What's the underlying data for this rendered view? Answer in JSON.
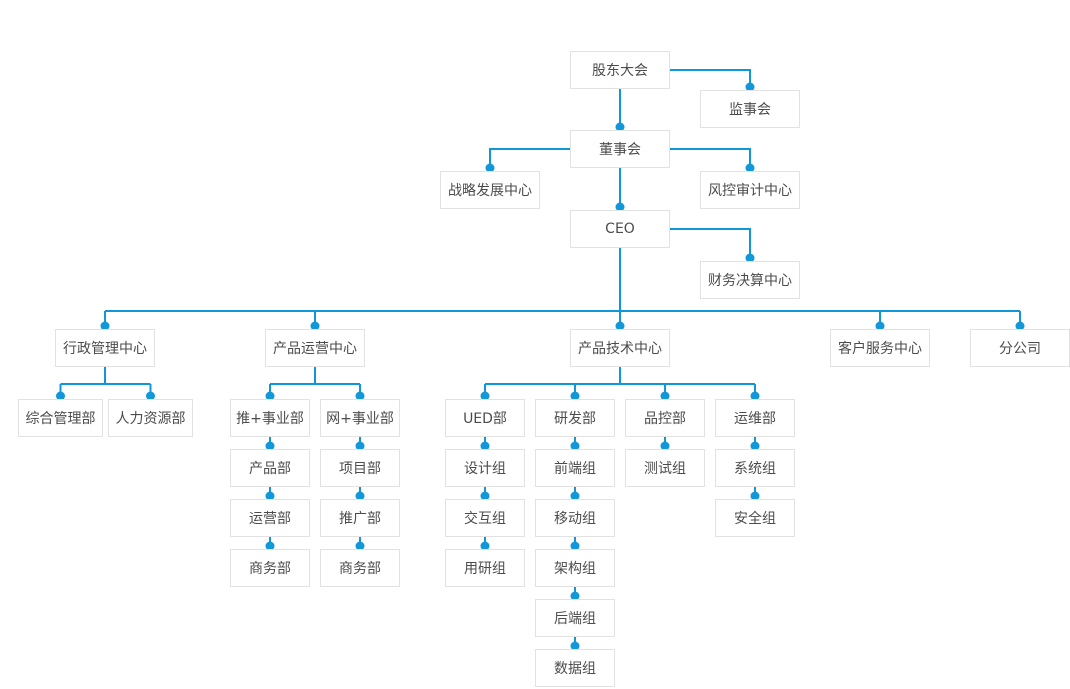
{
  "diagram": {
    "type": "org-chart",
    "colors": {
      "line": "#0f97d7",
      "dot": "#1297d8",
      "node_background": "#ffffff",
      "node_border": "#e2e2e2",
      "node_text": "#4c4c4c",
      "page_background": "#ffffff"
    },
    "nodes": {
      "shareholders_meeting": {
        "label": "股东大会"
      },
      "supervisory_board": {
        "label": "监事会"
      },
      "board_of_directors": {
        "label": "董事会"
      },
      "strategy_development_center": {
        "label": "战略发展中心"
      },
      "risk_audit_center": {
        "label": "风控审计中心"
      },
      "ceo": {
        "label": "CEO"
      },
      "finance_settlement_center": {
        "label": "财务决算中心"
      },
      "admin_management_center": {
        "label": "行政管理中心"
      },
      "product_operations_center": {
        "label": "产品运营中心"
      },
      "product_technology_center": {
        "label": "产品技术中心"
      },
      "customer_service_center": {
        "label": "客户服务中心"
      },
      "branch_company": {
        "label": "分公司"
      },
      "general_management_dept": {
        "label": "综合管理部"
      },
      "hr_dept": {
        "label": "人力资源部"
      },
      "tui_plus_business_dept": {
        "label": "推+事业部"
      },
      "wang_plus_business_dept": {
        "label": "网+事业部"
      },
      "product_dept": {
        "label": "产品部"
      },
      "project_dept": {
        "label": "项目部"
      },
      "operations_dept": {
        "label": "运营部"
      },
      "promotion_dept": {
        "label": "推广部"
      },
      "business_dept_1": {
        "label": "商务部"
      },
      "business_dept_2": {
        "label": "商务部"
      },
      "ued_dept": {
        "label": "UED部"
      },
      "rd_dept": {
        "label": "研发部"
      },
      "quality_control_dept": {
        "label": "品控部"
      },
      "ops_maintenance_dept": {
        "label": "运维部"
      },
      "design_group": {
        "label": "设计组"
      },
      "frontend_group": {
        "label": "前端组"
      },
      "testing_group": {
        "label": "测试组"
      },
      "system_group": {
        "label": "系统组"
      },
      "interaction_group": {
        "label": "交互组"
      },
      "mobile_group": {
        "label": "移动组"
      },
      "security_group": {
        "label": "安全组"
      },
      "user_research_group": {
        "label": "用研组"
      },
      "architecture_group": {
        "label": "架构组"
      },
      "backend_group": {
        "label": "后端组"
      },
      "data_group": {
        "label": "数据组"
      }
    },
    "edges": [
      {
        "from": "shareholders_meeting",
        "to": "supervisory_board"
      },
      {
        "from": "shareholders_meeting",
        "to": "board_of_directors"
      },
      {
        "from": "board_of_directors",
        "to": "strategy_development_center"
      },
      {
        "from": "board_of_directors",
        "to": "risk_audit_center"
      },
      {
        "from": "board_of_directors",
        "to": "ceo"
      },
      {
        "from": "ceo",
        "to": "finance_settlement_center"
      },
      {
        "from": "ceo",
        "to": "admin_management_center"
      },
      {
        "from": "ceo",
        "to": "product_operations_center"
      },
      {
        "from": "ceo",
        "to": "product_technology_center"
      },
      {
        "from": "ceo",
        "to": "customer_service_center"
      },
      {
        "from": "ceo",
        "to": "branch_company"
      },
      {
        "from": "admin_management_center",
        "to": "general_management_dept"
      },
      {
        "from": "admin_management_center",
        "to": "hr_dept"
      },
      {
        "from": "product_operations_center",
        "to": "tui_plus_business_dept"
      },
      {
        "from": "product_operations_center",
        "to": "wang_plus_business_dept"
      },
      {
        "from": "tui_plus_business_dept",
        "to": "product_dept"
      },
      {
        "from": "product_dept",
        "to": "operations_dept"
      },
      {
        "from": "operations_dept",
        "to": "business_dept_1"
      },
      {
        "from": "wang_plus_business_dept",
        "to": "project_dept"
      },
      {
        "from": "project_dept",
        "to": "promotion_dept"
      },
      {
        "from": "promotion_dept",
        "to": "business_dept_2"
      },
      {
        "from": "product_technology_center",
        "to": "ued_dept"
      },
      {
        "from": "product_technology_center",
        "to": "rd_dept"
      },
      {
        "from": "product_technology_center",
        "to": "quality_control_dept"
      },
      {
        "from": "product_technology_center",
        "to": "ops_maintenance_dept"
      },
      {
        "from": "ued_dept",
        "to": "design_group"
      },
      {
        "from": "design_group",
        "to": "interaction_group"
      },
      {
        "from": "interaction_group",
        "to": "user_research_group"
      },
      {
        "from": "rd_dept",
        "to": "frontend_group"
      },
      {
        "from": "frontend_group",
        "to": "mobile_group"
      },
      {
        "from": "mobile_group",
        "to": "architecture_group"
      },
      {
        "from": "architecture_group",
        "to": "backend_group"
      },
      {
        "from": "backend_group",
        "to": "data_group"
      },
      {
        "from": "quality_control_dept",
        "to": "testing_group"
      },
      {
        "from": "ops_maintenance_dept",
        "to": "system_group"
      },
      {
        "from": "system_group",
        "to": "security_group"
      }
    ]
  }
}
